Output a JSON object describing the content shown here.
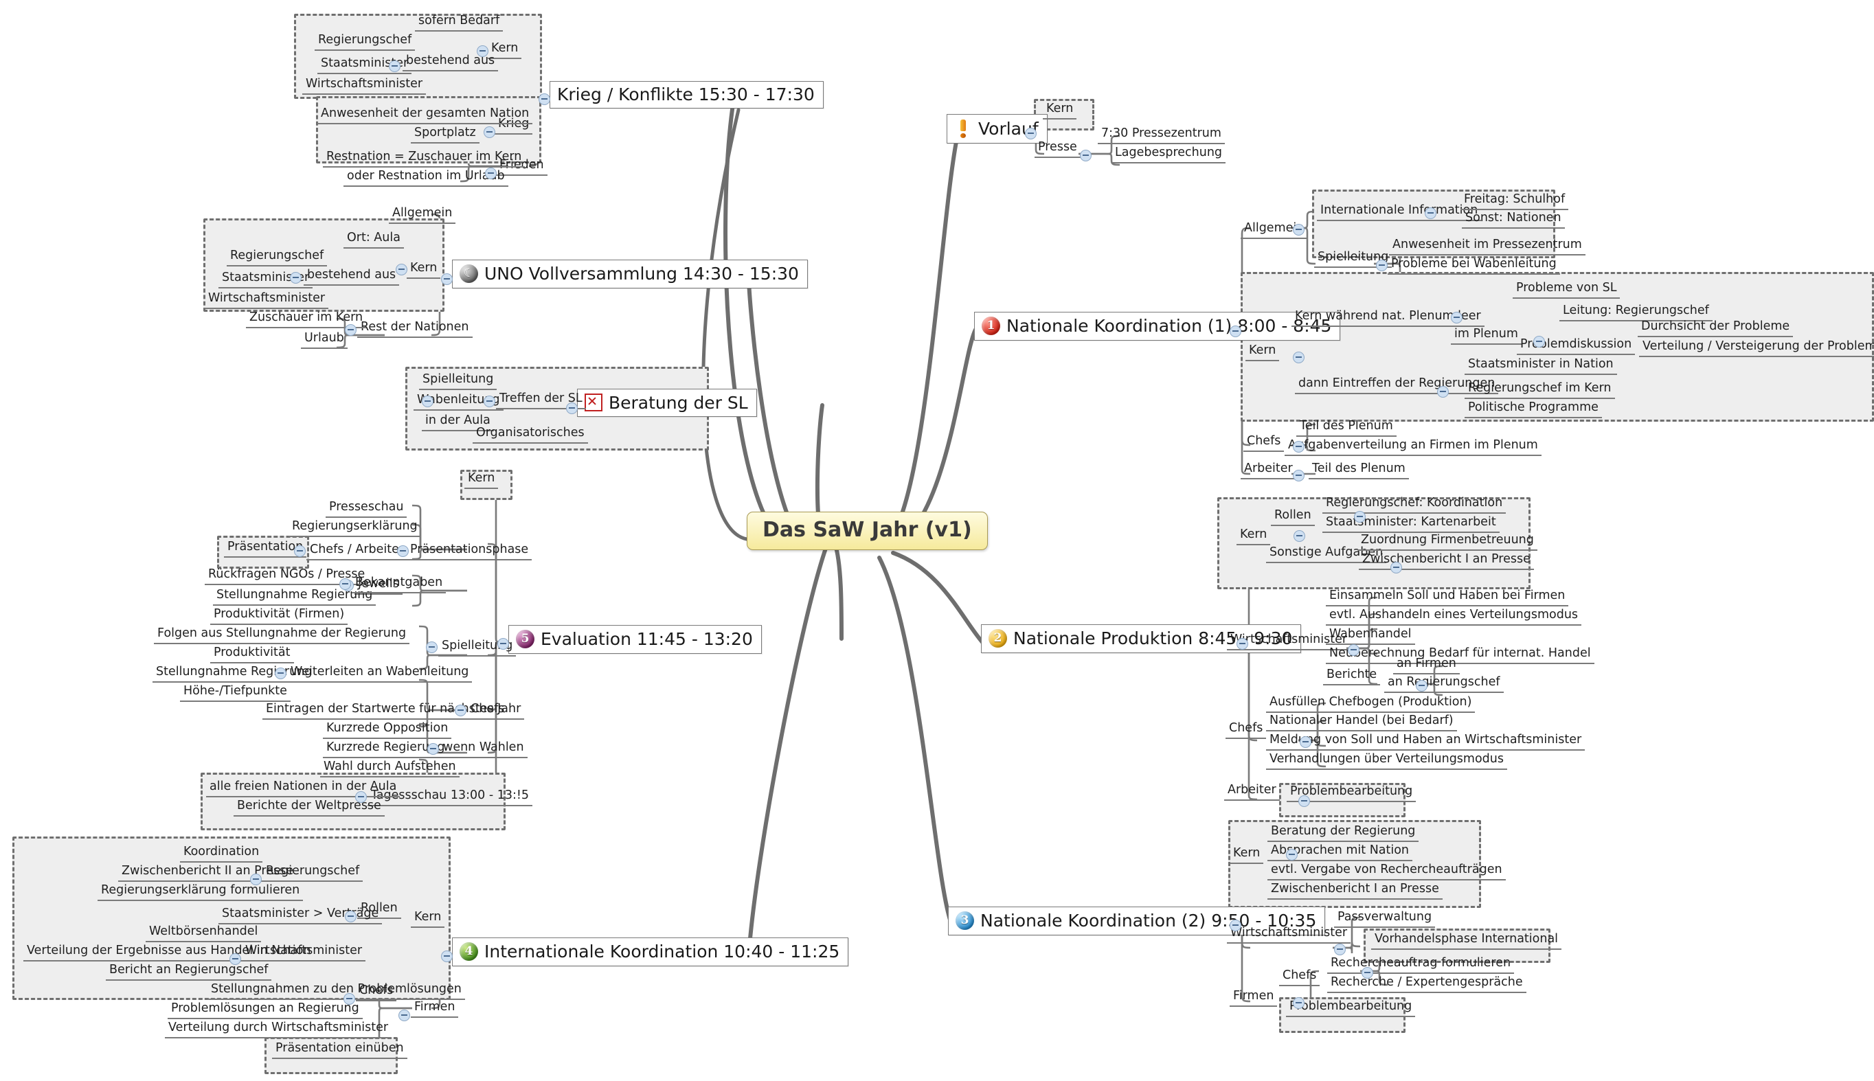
{
  "root": {
    "label": "Das SaW Jahr (v1)",
    "color": "#f6ea9c"
  },
  "branches": {
    "krieg": {
      "label": "Krieg / Konflikte 15:30 - 17:30",
      "icon": "none",
      "children": {
        "kern": "Kern",
        "bestehend": "bestehend aus",
        "sofern": "sofern Bedarf",
        "regierungschef": "Regierungschef",
        "staatsminister": "Staatsminister",
        "wirtschaftsminister": "Wirtschaftsminister",
        "krieg": "Krieg",
        "anwesenheit": "Anwesenheit der gesamten Nation",
        "sportplatz": "Sportplatz",
        "frieden": "Frieden",
        "restnation": "Restnation = Zuschauer im Kern",
        "urlaub": "oder Restnation im Urlaub"
      }
    },
    "uno": {
      "label": "UNO Vollversammlung 14:30 - 15:30",
      "icon": "grey-moon",
      "children": {
        "allgemein": "Allgemein",
        "kern": "Kern",
        "ort": "Ort: Aula",
        "bestehend": "bestehend aus",
        "regierungschef": "Regierungschef",
        "staatsminister": "Staatsminister",
        "wirtschaftsminister": "Wirtschaftsminister",
        "rest": "Rest der Nationen",
        "zuschauer": "Zuschauer im Kern",
        "urlaub": "Urlaub"
      }
    },
    "beratung": {
      "label": "Beratung der SL",
      "icon": "x-red",
      "children": {
        "treffen": "Treffen der SL",
        "spielleitung": "Spielleitung",
        "wabenleitung": "Wabenleitung",
        "aula": "in der Aula",
        "organisatorisches": "Organisatorisches"
      }
    },
    "evaluation": {
      "label": "Evaluation 11:45 - 13:20",
      "icon": "purple-5",
      "children": {
        "kern": "Kern",
        "praesentationsphase": "Präsentationsphase",
        "chefs_arbeiter": "Chefs / Arbeiter",
        "presseschau": "Presseschau",
        "regierungserklaerung": "Regierungserklärung",
        "praesentation": "Präsentation",
        "jeweils": "Jeweils",
        "rueckfragen": "Rückfragen NGOs / Presse",
        "stellungnahme": "Stellungnahme Regierung",
        "spielleitung": "Spielleitung",
        "bekanntgaben": "Bekanntgaben",
        "produktivitaet_firmen": "Produktivität (Firmen)",
        "folgen": "Folgen aus Stellungnahme der Regierung",
        "weiterleiten": "Weiterleiten an Wabenleitung",
        "produktivitaet": "Produktivität",
        "stellungnahme2": "Stellungnahme Regierung",
        "hoehe": "Höhe-/Tiefpunkte",
        "chefs": "Chefs",
        "eintragen": "Eintragen der Startwerte für nächstes Jahr",
        "wennwahlen": "wenn Wahlen",
        "kurzrede_opp": "Kurzrede Opposition",
        "kurzrede_reg": "Kurzrede Regierung",
        "wahl": "Wahl durch Aufstehen",
        "tagesschau": "Tagessschau 13:00 - 13:!5",
        "freien": "alle freien Nationen in der Aula",
        "weltpresse": "Berichte der Weltpresse"
      }
    },
    "internationale": {
      "label": "Internationale Koordination 10:40 - 11:25",
      "icon": "green-4",
      "children": {
        "kern": "Kern",
        "rollen": "Rollen",
        "regierungschef": "Regierungschef",
        "koordination": "Koordination",
        "zwischenbericht": "Zwischenbericht II an Presse",
        "regierungserklaerung": "Regierungserklärung formulieren",
        "staatsminister": "Staatsminister > Verträge",
        "wirtschaftsminister": "Wirtschaftsminister",
        "weltboersenhandel": "Weltbörsenhandel",
        "verteilung": "Verteilung der Ergebnisse aus Handel in Nation",
        "bericht": "Bericht an Regierungschef",
        "stellungnahmen": "Stellungnahmen zu den Problemlösungen",
        "firmen": "Firmen",
        "chefs": "Chefs",
        "problemloesungen": "Problemlösungen an Regierung",
        "verteilung_wm": "Verteilung durch Wirtschaftsminister",
        "praesentation": "Präsentation einüben"
      }
    },
    "vorlauf": {
      "label": "Vorlauf",
      "icon": "exclamation",
      "children": {
        "kern": "Kern",
        "presse": "Presse",
        "pressezentrum": "7:30 Pressezentrum",
        "lagebesprechung": "Lagebesprechung"
      }
    },
    "nk1": {
      "label": "Nationale Koordination (1) 8:00 - 8:45",
      "icon": "red-1",
      "children": {
        "allgemein": "Allgemein",
        "internationale_info": "Internationale Information",
        "freitag": "Freitag: Schulhof",
        "sonst": "Sonst: Nationen",
        "spielleitung": "Spielleitung",
        "anwesenheit": "Anwesenheit im Pressezentrum",
        "probleme_wabenleitung": "Probleme bei Wabenleitung",
        "kern": "Kern",
        "kern_plenum": "Kern während nat. Plenum leer",
        "im_plenum": "im Plenum",
        "probleme_sl": "Probleme von SL",
        "problemdiskussion": "Problemdiskussion",
        "leitung": "Leitung: Regierungschef",
        "durchsicht": "Durchsicht der Probleme",
        "verteilung": "Verteilung / Versteigerung der Probleme an Firmen",
        "dann_eintreffen": "dann Eintreffen der Regierungen",
        "staatsminister": "Staatsminister in Nation",
        "regierungschef": "Regierungschef im Kern",
        "politische": "Politische Programme",
        "chefs": "Chefs",
        "teil_plenum": "Teil des Plenum",
        "aufgabenverteilung": "Aufgabenverteilung an Firmen im Plenum",
        "arbeiter": "Arbeiter",
        "teil_plenum2": "Teil des Plenum"
      }
    },
    "np": {
      "label": "Nationale Produktion 8:45 - 9:30",
      "icon": "yellow-2",
      "children": {
        "kern": "Kern",
        "rollen": "Rollen",
        "regierungschef": "Regierungschef: Koordination",
        "staatsminister": "Staatsminister: Kartenarbeit",
        "sonstige": "Sonstige Aufgaben",
        "zuordnung": "Zuordnung Firmenbetreuung",
        "zwischenbericht": "Zwischenbericht I an Presse",
        "wirtschaftsminister": "Wirtschaftsminister",
        "einsammeln": "Einsammeln Soll und Haben bei Firmen",
        "aushandeln": "evtl. Aushandeln eines Verteilungsmodus",
        "wabenhandel": "Wabenhandel",
        "neuberechnung": "Neuberechnung Bedarf für internat. Handel",
        "berichte": "Berichte",
        "an_firmen": "an Firmen",
        "an_regierungschef": "an Regierungschef",
        "chefs": "Chefs",
        "ausfuellen": "Ausfüllen Chefbogen (Produktion)",
        "nationaler_handel": "Nationaler Handel (bei Bedarf)",
        "meldung": "Meldung von Soll und Haben an Wirtschaftsminister",
        "verhandlungen": "Verhandlungen über Verteilungsmodus",
        "arbeiter": "Arbeiter",
        "problembearbeitung": "Problembearbeitung"
      }
    },
    "nk2": {
      "label": "Nationale Koordination (2) 9:50 - 10:35",
      "icon": "blue-3",
      "children": {
        "kern": "Kern",
        "beratung": "Beratung der Regierung",
        "absprachen": "Absprachen mit Nation",
        "vergabe": "evtl. Vergabe von Rechercheaufträgen",
        "zwischenbericht": "Zwischenbericht I an Presse",
        "wirtschaftsminister": "Wirtschaftsminister",
        "passverwaltung": "Passverwaltung",
        "vorhandelsphase": "Vorhandelsphase International",
        "firmen": "Firmen",
        "chefs": "Chefs",
        "rechercheauftrag": "Rechercheauftrag formulieren",
        "recherche": "Recherche / Expertengespräche",
        "problembearbeitung": "Problembearbeitung"
      }
    }
  }
}
